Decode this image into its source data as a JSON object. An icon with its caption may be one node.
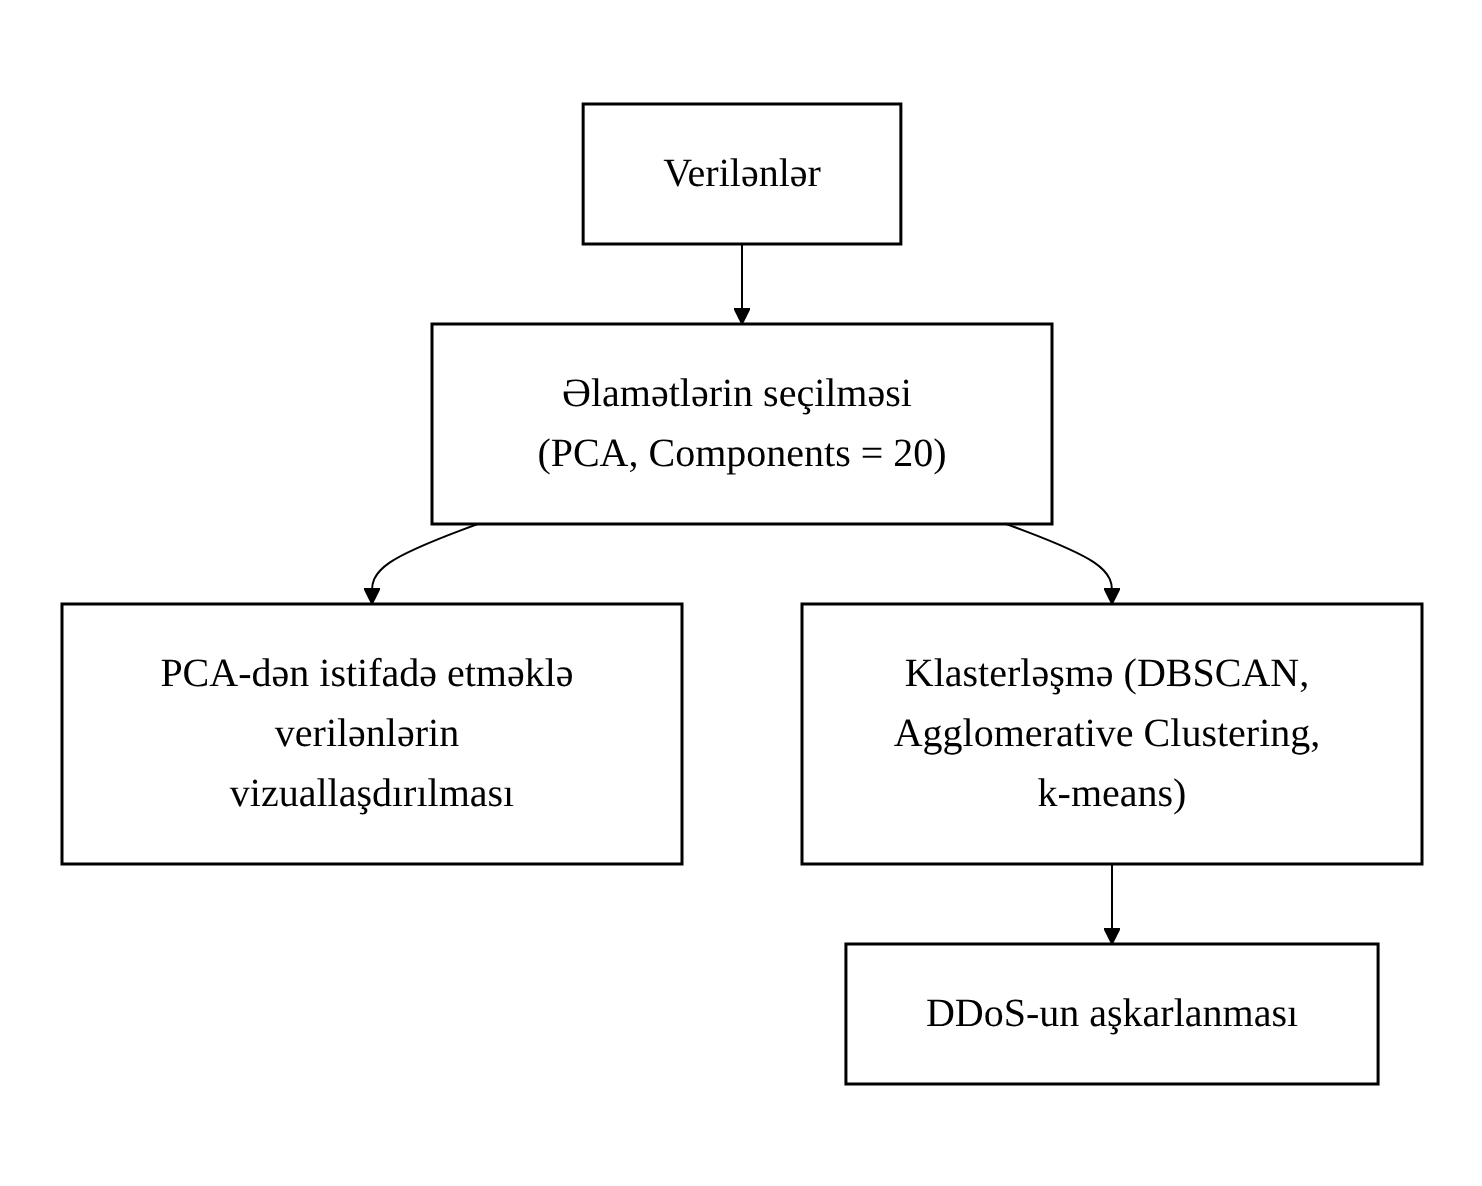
{
  "diagram": {
    "nodes": [
      {
        "text": [
          "Verilənlər"
        ]
      },
      {
        "text": [
          "Əlamətlərin seçilməsi (PCA, Components = 20)"
        ]
      },
      {
        "text": [
          "PCA-dən istifadə etməklə verilənlərin vizuallaşdırılması"
        ]
      },
      {
        "text": [
          "Klasterləşmə (DBSCAN, Agglomerative Clustering, k-means)"
        ]
      },
      {
        "text": [
          "DDoS-un aşkarlanması"
        ]
      }
    ],
    "edges": [
      {
        "from": 0,
        "to": 1,
        "arrow": "to"
      },
      {
        "from": 1,
        "to": 2,
        "arrow": "to"
      },
      {
        "from": 1,
        "to": 3,
        "arrow": "to"
      },
      {
        "from": 3,
        "to": 4,
        "arrow": "to"
      }
    ]
  }
}
